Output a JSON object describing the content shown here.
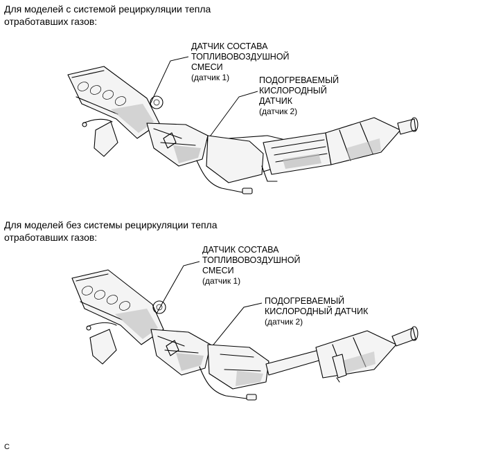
{
  "sections": [
    {
      "heading": "Для моделей с системой рециркуляции тепла\nотработавших газов:",
      "sensor1": {
        "name": "ДАТЧИК СОСТАВА\nТОПЛИВОВОЗДУШНОЙ\nСМЕСИ",
        "number": "(датчик 1)"
      },
      "sensor2": {
        "name": "ПОДОГРЕВАЕМЫЙ\nКИСЛОРОДНЫЙ\nДАТЧИК",
        "number": "(датчик 2)"
      }
    },
    {
      "heading": "Для моделей без системы рециркуляции тепла\nотработавших газов:",
      "sensor1": {
        "name": "ДАТЧИК СОСТАВА\nТОПЛИВОВОЗДУШНОЙ\nСМЕСИ",
        "number": "(датчик 1)"
      },
      "sensor2": {
        "name": "ПОДОГРЕВАЕМЫЙ\nКИСЛОРОДНЫЙ ДАТЧИК",
        "number": "(датчик 2)"
      }
    }
  ],
  "footer_code": "C"
}
